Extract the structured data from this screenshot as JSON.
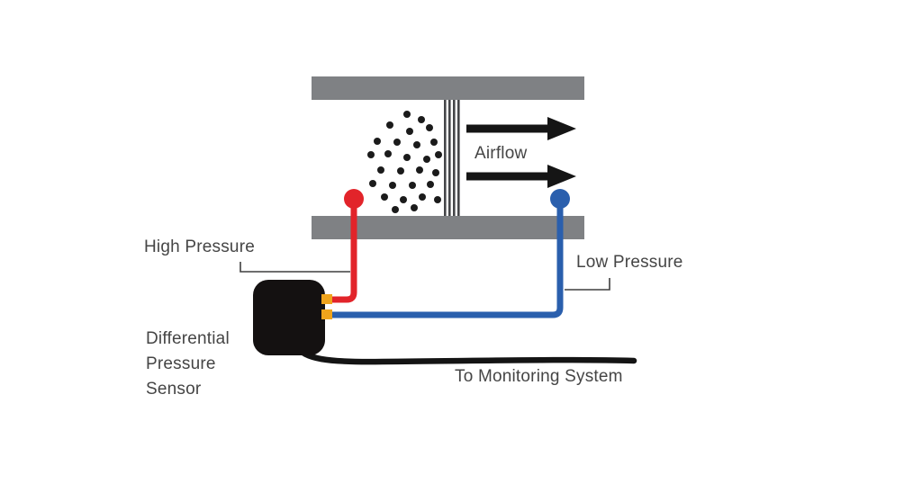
{
  "labels": {
    "airflow": "Airflow",
    "high_pressure": "High Pressure",
    "low_pressure": "Low Pressure",
    "sensor": "Differential\nPressure\nSensor",
    "monitoring": "To Monitoring System"
  },
  "colors": {
    "duct_gray": "#7f8184",
    "filter_gray": "#454649",
    "particle_black": "#1b1b1b",
    "arrow_black": "#151515",
    "high_pressure_red": "#e2242a",
    "low_pressure_blue": "#2a5fad",
    "sensor_black": "#141111",
    "connector_yellow": "#f0a41c",
    "cable_black": "#141414"
  }
}
